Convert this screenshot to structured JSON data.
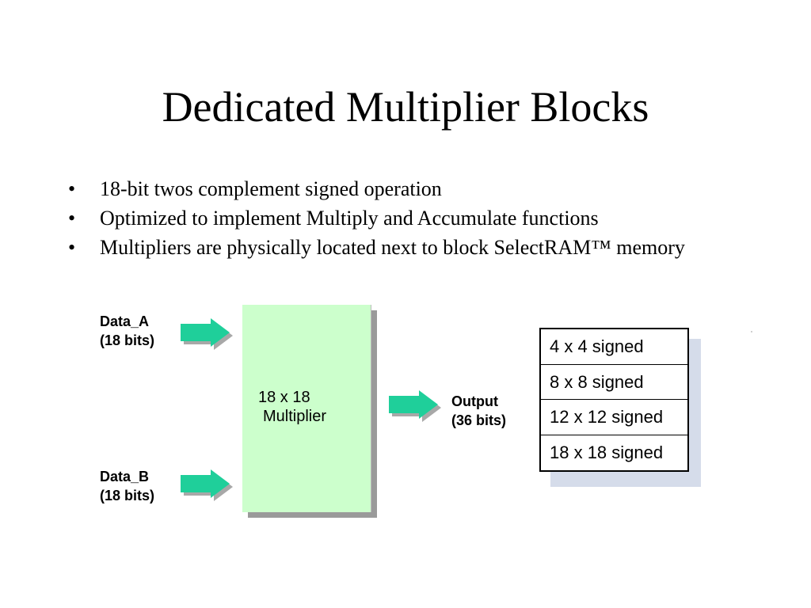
{
  "title": "Dedicated Multiplier Blocks",
  "bullets": [
    "18-bit twos complement signed operation",
    "Optimized to implement Multiply and Accumulate functions",
    "Multipliers are physically located next to block SelectRAM™ memory"
  ],
  "bullet_symbol": "•",
  "diagram": {
    "input_a": {
      "name": "Data_A",
      "width": "(18 bits)"
    },
    "input_b": {
      "name": "Data_B",
      "width": "(18 bits)"
    },
    "multiplier": {
      "line1": "18 x 18",
      "line2": "Multiplier"
    },
    "output": {
      "name": "Output",
      "width": "(36 bits)"
    },
    "modes": [
      "4 x 4 signed",
      "8 x 8 signed",
      "12 x 12 signed",
      "18 x 18 signed"
    ]
  },
  "colors": {
    "arrow": "#1fcf9a",
    "arrow_shadow": "#a8a8a8",
    "multiplier_fill": "#ccffcc",
    "table_shadow": "#d5dcea"
  }
}
